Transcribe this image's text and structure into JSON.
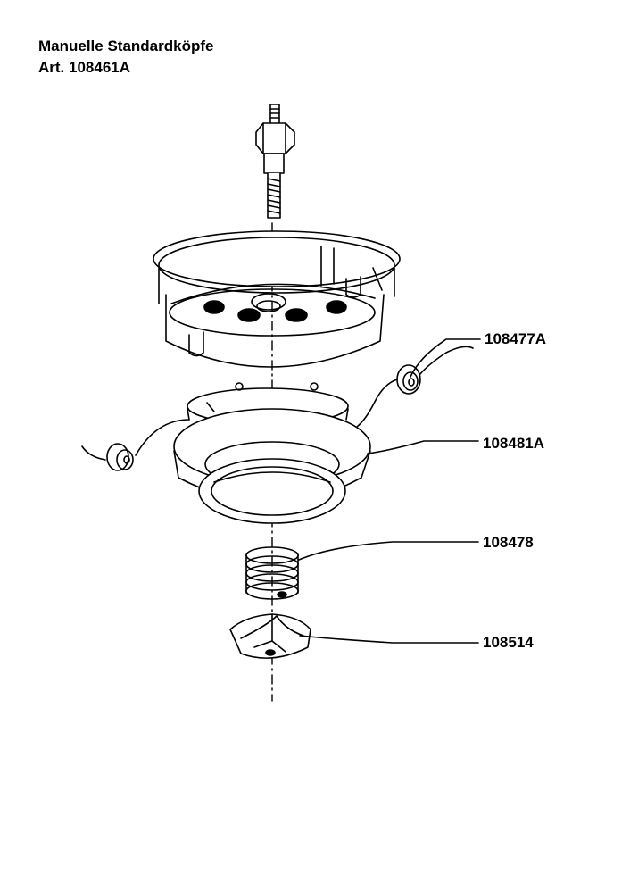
{
  "document": {
    "title_line1": "Manuelle Standardköpfe",
    "title_line2": "Art. 108461A"
  },
  "callouts": {
    "eyelet": "108477A",
    "spool": "108481A",
    "spring": "108478",
    "knob": "108514"
  }
}
